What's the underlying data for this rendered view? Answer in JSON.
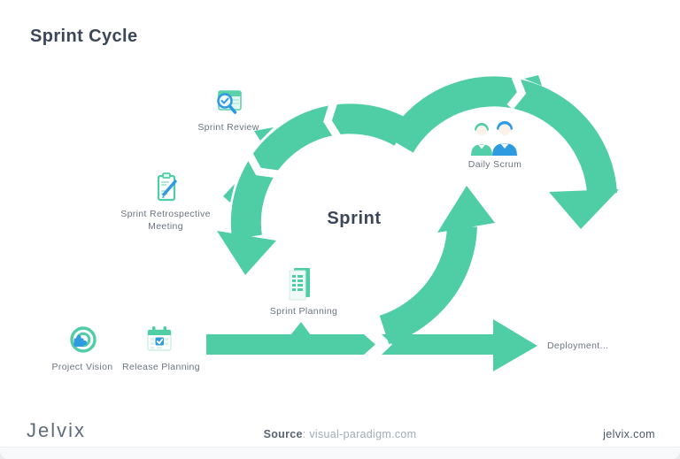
{
  "title": "Sprint Cycle",
  "diagram": {
    "center_label": "Sprint",
    "nodes": {
      "sprint_review": "Sprint Review",
      "sprint_retrospective": "Sprint Retrospective Meeting",
      "daily_scrum": "Daily Scrum",
      "sprint_planning": "Sprint Planning",
      "project_vision": "Project Vision",
      "release_planning": "Release Planning",
      "deployment": "Deployment..."
    },
    "icons": [
      "sprint-review-magnifier-icon",
      "retrospective-clipboard-pencil-icon",
      "daily-scrum-people-icon",
      "sprint-planning-document-icon",
      "project-vision-target-puzzle-icon",
      "release-planning-calendar-icon"
    ],
    "colors": {
      "arrow_teal": "#4FCDA5",
      "icon_blue": "#2E9BE0",
      "heading_dark": "#3B4659",
      "label_gray": "#6B7280"
    }
  },
  "footer": {
    "logo": "Jelvix",
    "source_label": "Source",
    "source_value": ": visual-paradigm.com",
    "site": "jelvix.com"
  }
}
